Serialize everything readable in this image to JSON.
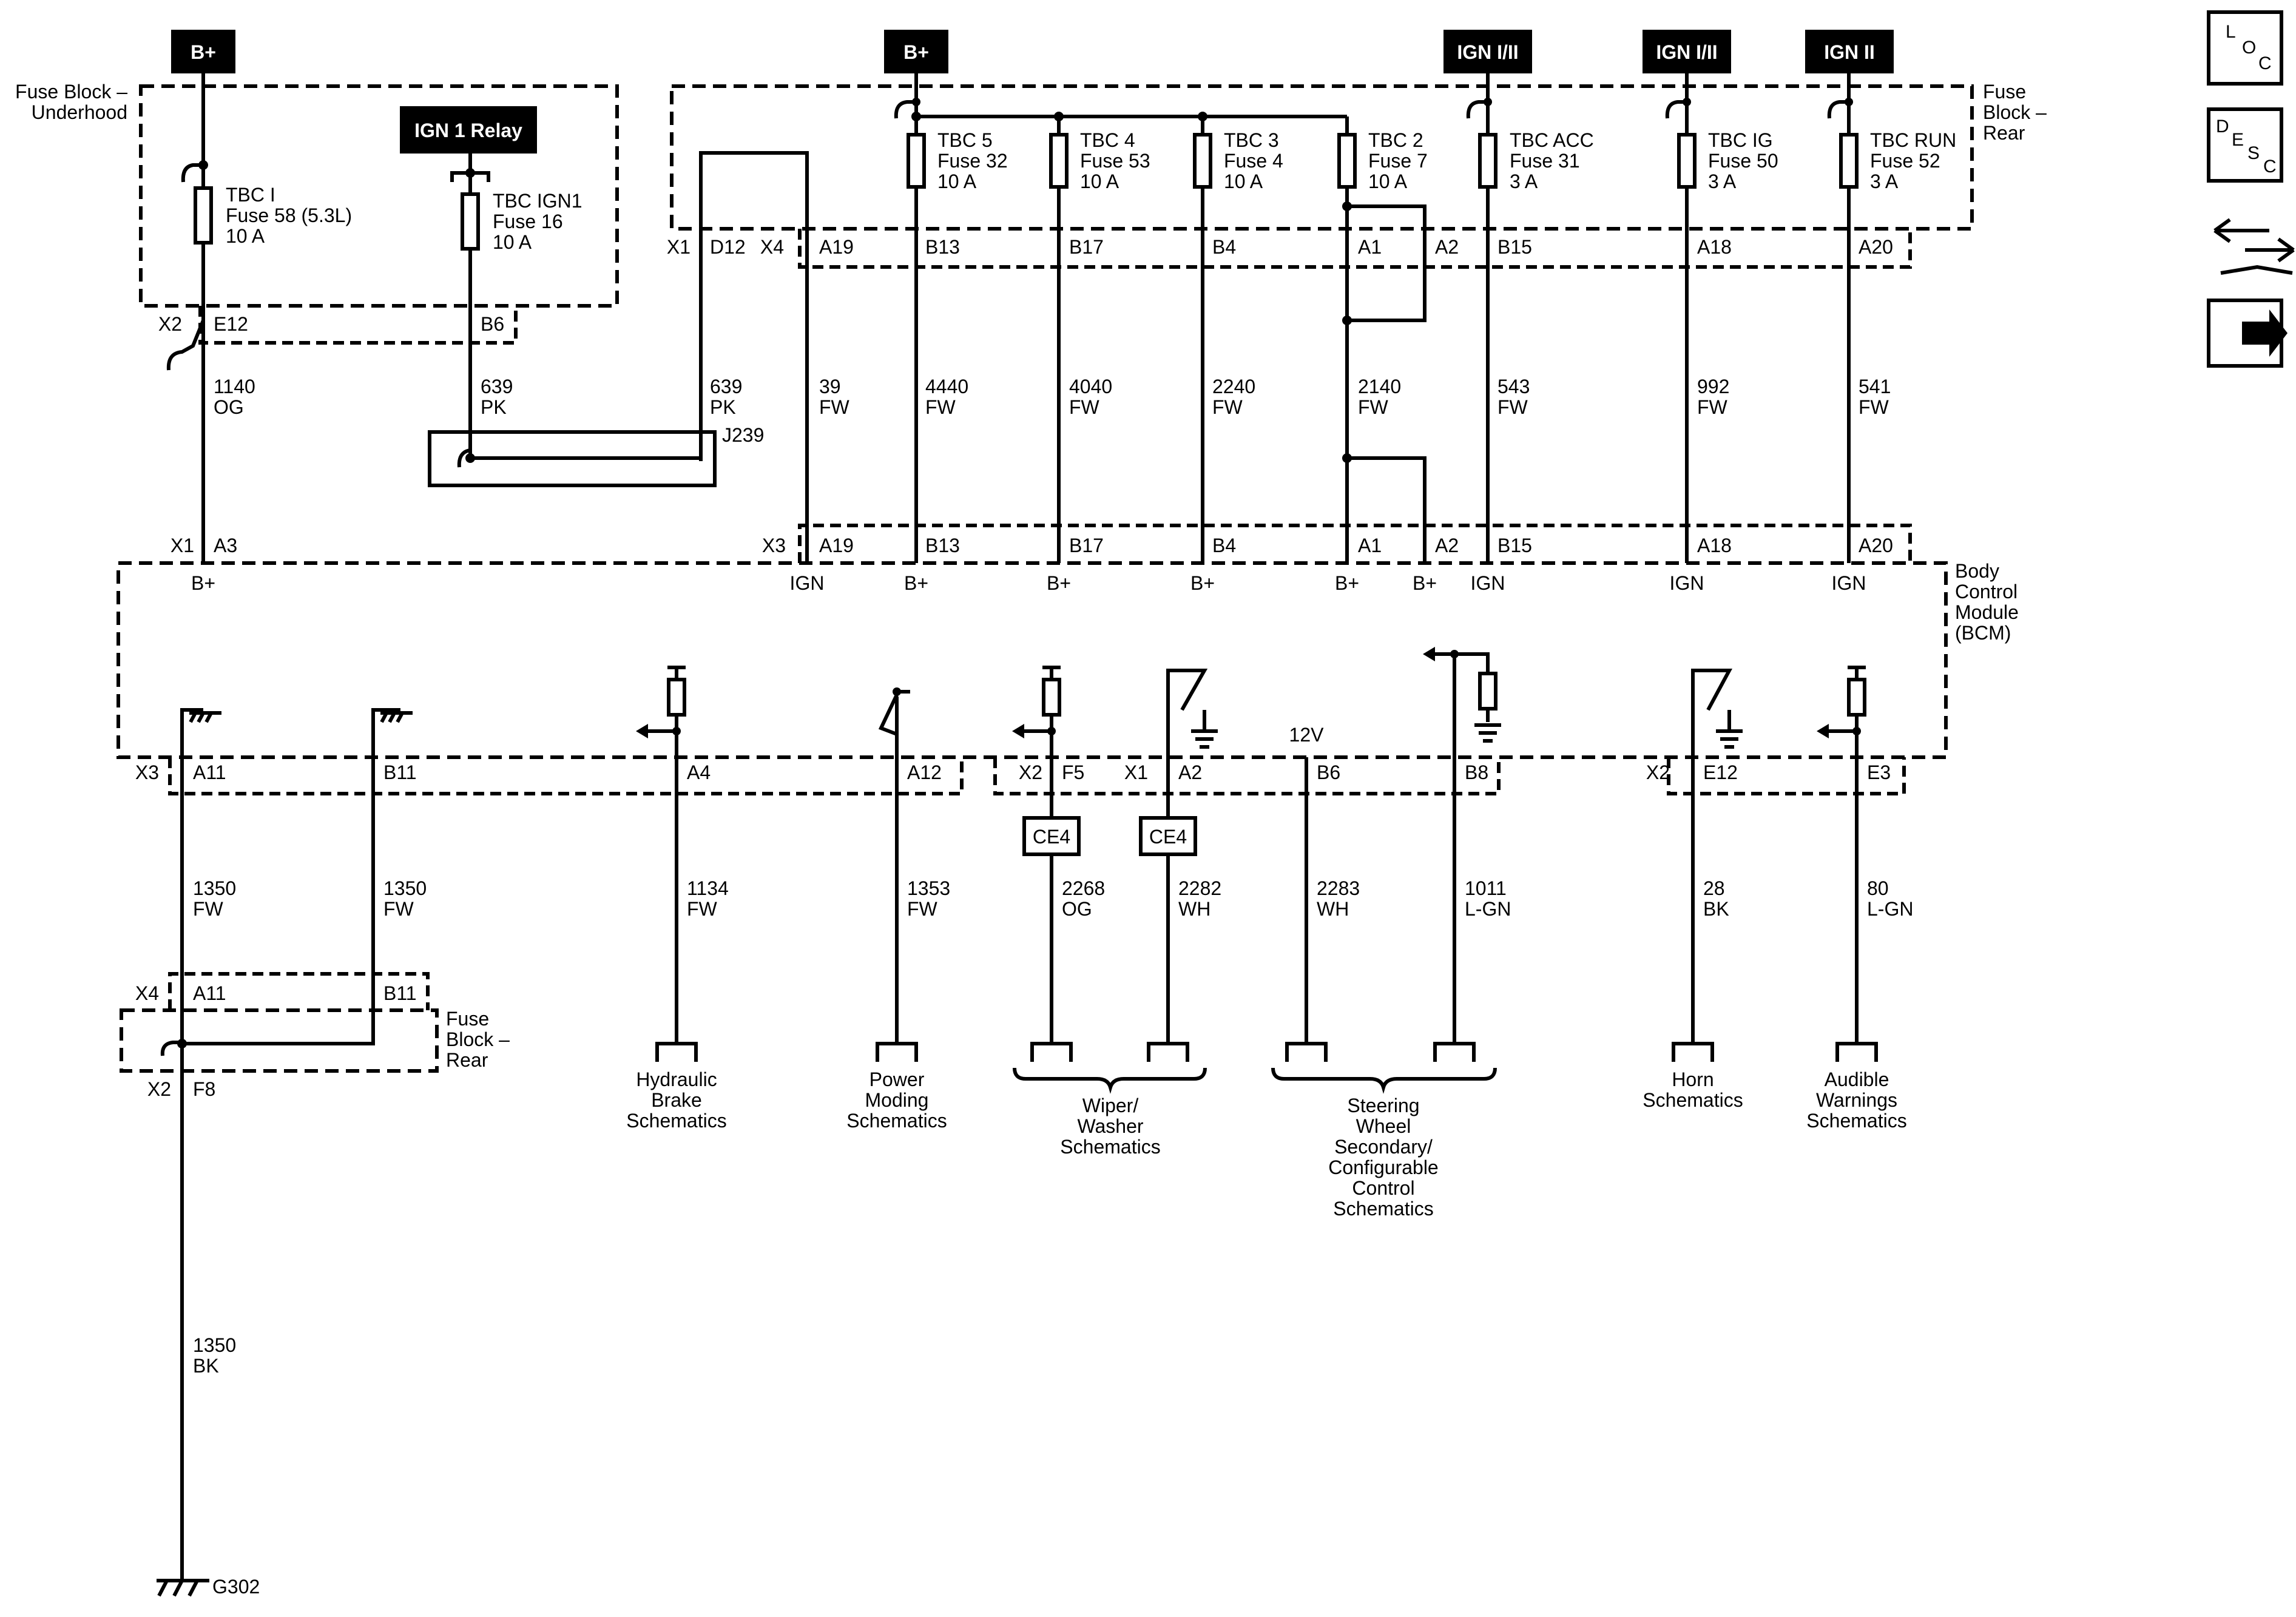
{
  "badges": {
    "bplus_left": "B+",
    "bplus_mid": "B+",
    "ign_acc": "IGN I/II",
    "ign_ig": "IGN I/II",
    "ign_run": "IGN II",
    "ign1_relay": "IGN 1 Relay"
  },
  "blocks": {
    "fuse_underhood": [
      "Fuse Block –",
      "Underhood"
    ],
    "fuse_rear_top": [
      "Fuse",
      "Block –",
      "Rear"
    ],
    "bcm": [
      "Body",
      "Control",
      "Module",
      "(BCM)"
    ],
    "fuse_rear_bottom": [
      "Fuse",
      "Block –",
      "Rear"
    ]
  },
  "fuses": [
    {
      "name": "TBC I",
      "fuse": "Fuse 58 (5.3L)",
      "amps": "10 A"
    },
    {
      "name": "TBC IGN1",
      "fuse": "Fuse 16",
      "amps": "10 A"
    },
    {
      "name": "TBC 5",
      "fuse": "Fuse 32",
      "amps": "10 A"
    },
    {
      "name": "TBC 4",
      "fuse": "Fuse 53",
      "amps": "10 A"
    },
    {
      "name": "TBC 3",
      "fuse": "Fuse 4",
      "amps": "10 A"
    },
    {
      "name": "TBC 2",
      "fuse": "Fuse 7",
      "amps": "10 A"
    },
    {
      "name": "TBC ACC",
      "fuse": "Fuse 31",
      "amps": "3 A"
    },
    {
      "name": "TBC IG",
      "fuse": "Fuse 50",
      "amps": "3 A"
    },
    {
      "name": "TBC RUN",
      "fuse": "Fuse 52",
      "amps": "3 A"
    }
  ],
  "top_connectors": {
    "x2": "X2",
    "e12": "E12",
    "b6": "B6",
    "x1": "X1",
    "d12": "D12",
    "x4": "X4",
    "pins": [
      "A19",
      "B13",
      "B17",
      "B4",
      "A1",
      "A2",
      "B15",
      "A18",
      "A20"
    ]
  },
  "top_wires": [
    {
      "num": "1140",
      "color": "OG"
    },
    {
      "num": "639",
      "color": "PK"
    },
    {
      "num": "639",
      "color": "PK"
    },
    {
      "num": "39",
      "color": "FW"
    },
    {
      "num": "4440",
      "color": "FW"
    },
    {
      "num": "4040",
      "color": "FW"
    },
    {
      "num": "2240",
      "color": "FW"
    },
    {
      "num": "2140",
      "color": "FW"
    },
    {
      "num": "543",
      "color": "FW"
    },
    {
      "num": "992",
      "color": "FW"
    },
    {
      "num": "541",
      "color": "FW"
    }
  ],
  "splice": "J239",
  "bcm_top": {
    "x1": "X1",
    "a3": "A3",
    "x3": "X3",
    "pins": [
      "A19",
      "B13",
      "B17",
      "B4",
      "A1",
      "A2",
      "B15",
      "A18",
      "A20"
    ],
    "sources": [
      "B+",
      "IGN",
      "B+",
      "B+",
      "B+",
      "B+",
      "B+",
      "IGN",
      "IGN",
      "IGN"
    ]
  },
  "bcm_bottom": {
    "x3": "X3",
    "x2a": "X2",
    "x1": "X1",
    "x2b": "X2",
    "pins": [
      "A11",
      "B11",
      "A4",
      "A12",
      "F5",
      "A2",
      "B6",
      "B8",
      "E12",
      "E3"
    ],
    "volt": "12V",
    "ce4a": "CE4",
    "ce4b": "CE4"
  },
  "bottom_wires": [
    {
      "num": "1350",
      "color": "FW"
    },
    {
      "num": "1350",
      "color": "FW"
    },
    {
      "num": "1134",
      "color": "FW"
    },
    {
      "num": "1353",
      "color": "FW"
    },
    {
      "num": "2268",
      "color": "OG"
    },
    {
      "num": "2282",
      "color": "WH"
    },
    {
      "num": "2283",
      "color": "WH"
    },
    {
      "num": "1011",
      "color": "L-GN"
    },
    {
      "num": "28",
      "color": "BK"
    },
    {
      "num": "80",
      "color": "L-GN"
    }
  ],
  "lower_connector": {
    "x4": "X4",
    "a11": "A11",
    "b11": "B11",
    "x2": "X2",
    "f8": "F8"
  },
  "ground_wire": {
    "num": "1350",
    "color": "BK"
  },
  "ground": "G302",
  "destinations": {
    "hydraulic": [
      "Hydraulic",
      "Brake",
      "Schematics"
    ],
    "power": [
      "Power",
      "Moding",
      "Schematics"
    ],
    "wiper": [
      "Wiper/",
      "Washer",
      "Schematics"
    ],
    "steering": [
      "Steering",
      "Wheel",
      "Secondary/",
      "Configurable",
      "Control",
      "Schematics"
    ],
    "horn": [
      "Horn",
      "Schematics"
    ],
    "audible": [
      "Audible",
      "Warnings",
      "Schematics"
    ]
  },
  "nav": {
    "loc": [
      "L",
      "O",
      "C"
    ],
    "desc": [
      "D",
      "E",
      "S",
      "C"
    ]
  }
}
